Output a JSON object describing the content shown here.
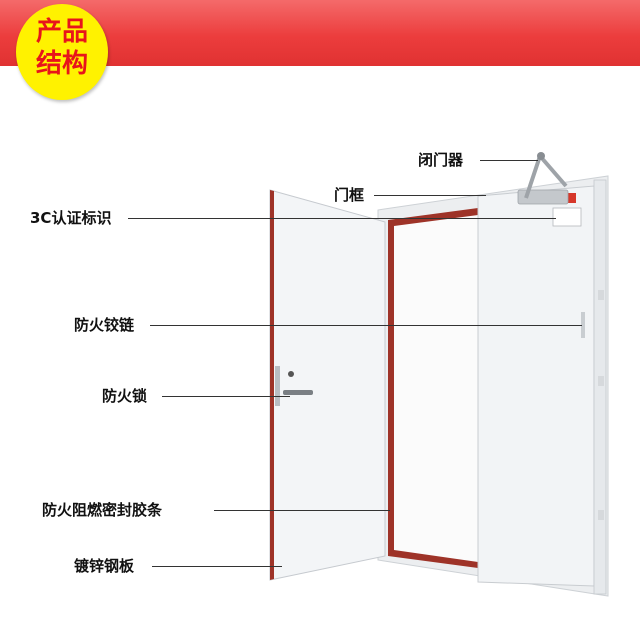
{
  "badge": {
    "line1": "产品",
    "line2": "结构"
  },
  "labels": {
    "closer": "闭门器",
    "frame": "门框",
    "cert": "3C认证标识",
    "hinge": "防火铰链",
    "lock": "防火锁",
    "seal": "防火阻燃密封胶条",
    "steel": "镀锌钢板"
  },
  "colors": {
    "banner": "#ec3d3d",
    "badge": "#fff200",
    "badge_text": "#e8141b",
    "seal": "#9e3328",
    "door_panel": "#f2f4f6"
  }
}
